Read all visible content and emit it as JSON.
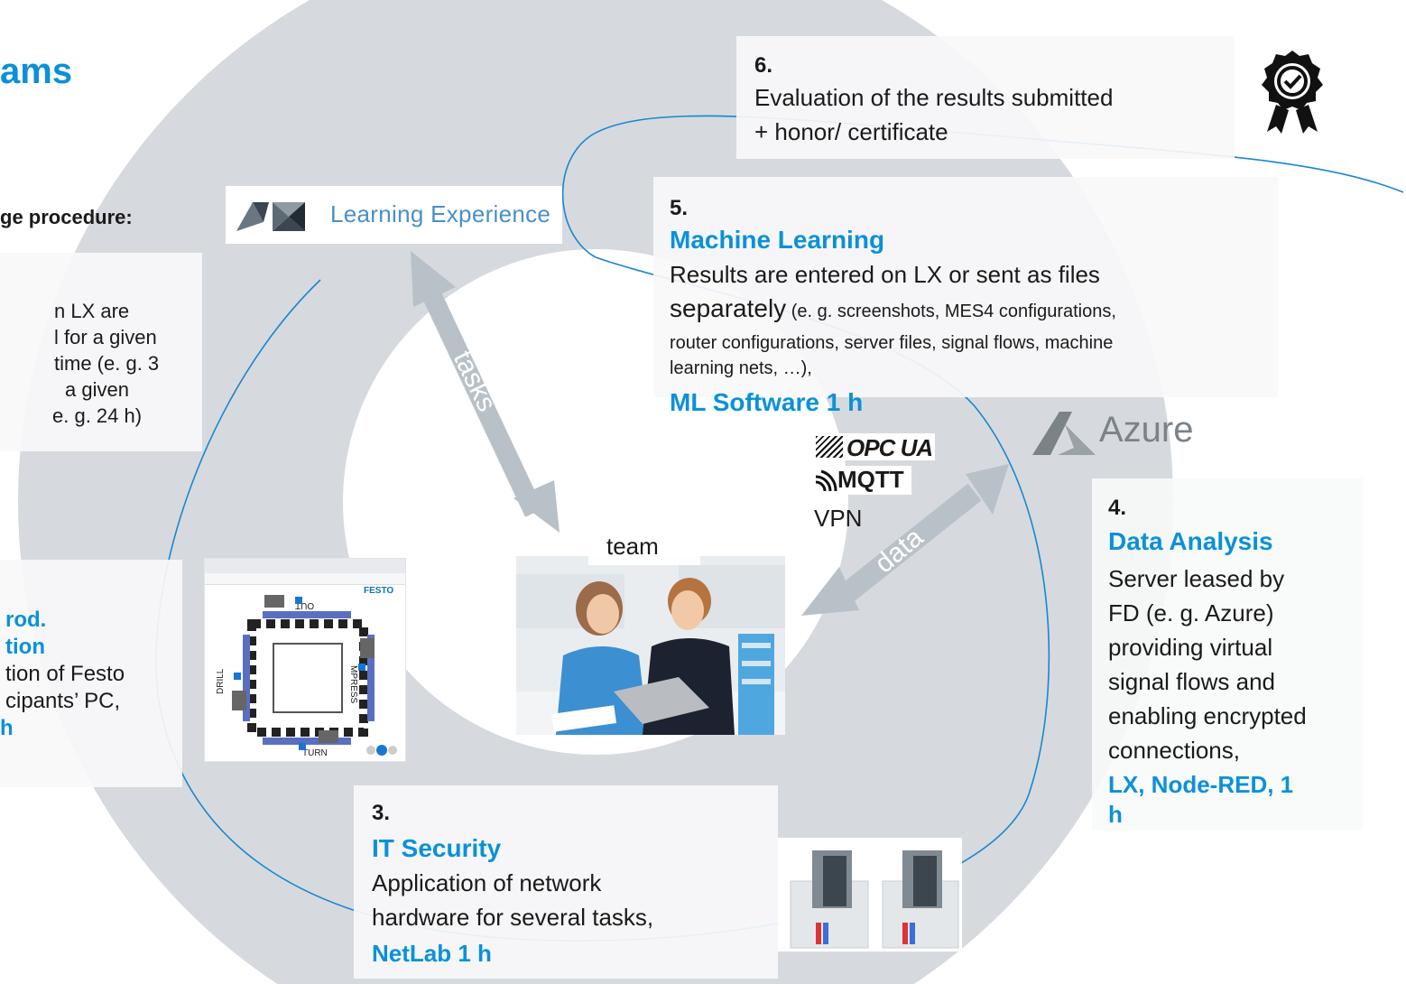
{
  "title_fragment": "ams",
  "left_heading": "ge procedure:",
  "left_box1_lines": [
    "n LX are",
    "l for a given",
    "time (e. g. 3",
    "a given",
    "e. g. 24 h)"
  ],
  "left_box2": {
    "lines_blue": [
      "rod.",
      "tion"
    ],
    "lines": [
      "tion of Festo",
      "cipants’ PC,"
    ],
    "tail_blue": "h"
  },
  "lx_logo": {
    "text": "Learning Experience"
  },
  "step6": {
    "num": "6.",
    "lines": [
      "Evaluation of the results submitted",
      "+ honor/ certificate"
    ]
  },
  "step5": {
    "num": "5.",
    "title": "Machine Learning",
    "line1": "Results are entered on LX or sent as files",
    "line2_big": "separately",
    "line2_small": " (e. g. screenshots, MES4 configurations,",
    "line3": "router configurations, server files, signal flows, machine",
    "line4": "learning nets, …),",
    "footer": "ML Software 1 h"
  },
  "step4": {
    "num": "4.",
    "title": "Data Analysis",
    "lines": [
      "Server leased by",
      "FD (e. g. Azure)",
      "providing virtual",
      "signal flows and",
      "enabling encrypted",
      "connections,"
    ],
    "footer_lines": [
      "LX, Node-RED, 1",
      "h"
    ]
  },
  "step3": {
    "num": "3.",
    "title": "IT Security",
    "lines": [
      "Application of network",
      "hardware for several tasks,"
    ],
    "footer": "NetLab 1 h"
  },
  "azure_logo": {
    "text": "Azure"
  },
  "protocols": {
    "opc": "OPC UA",
    "mqtt": "MQTT",
    "vpn": "VPN"
  },
  "arrows": {
    "tasks": "tasks",
    "data": "data"
  },
  "team_label": "team",
  "factory_screen": {
    "labels": [
      "OUT",
      "MPRESS",
      "DRILL",
      "TURN"
    ],
    "brand": "FESTO"
  },
  "colors": {
    "accent": "#0a91d8",
    "ring": "#d5d9dd",
    "arrow": "#b7bfc6",
    "curve": "#1a86cf"
  },
  "icons": [
    "certificate-icon",
    "azure-icon",
    "lx-logo-icon"
  ]
}
